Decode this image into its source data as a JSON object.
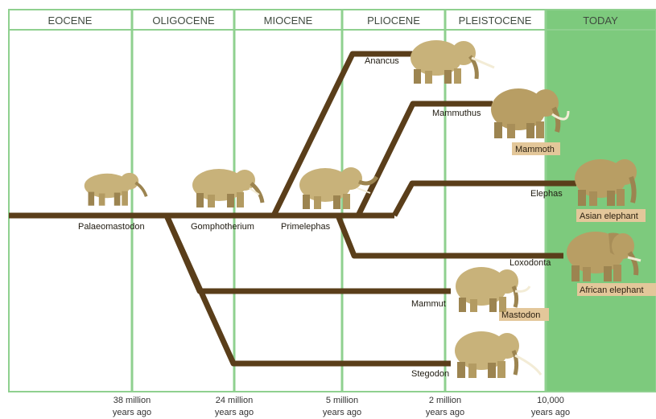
{
  "eras": [
    {
      "name": "EOCENE"
    },
    {
      "name": "OLIGOCENE"
    },
    {
      "name": "MIOCENE"
    },
    {
      "name": "PLIOCENE"
    },
    {
      "name": "PLEISTOCENE"
    },
    {
      "name": "TODAY"
    }
  ],
  "timescale": [
    {
      "line1": "38 million",
      "line2": "years ago"
    },
    {
      "line1": "24 million",
      "line2": "years ago"
    },
    {
      "line1": "5 million",
      "line2": "years ago"
    },
    {
      "line1": "2 million",
      "line2": "years ago"
    },
    {
      "line1": "10,000",
      "line2": "years ago"
    }
  ],
  "genera": {
    "palaeomastodon": "Palaeomastodon",
    "gomphotherium": "Gomphotherium",
    "primelephas": "Primelephas",
    "anancus": "Anancus",
    "mammuthus": "Mammuthus",
    "elephas": "Elephas",
    "loxodonta": "Loxodonta",
    "mammut": "Mammut",
    "stegodon": "Stegodon"
  },
  "common_names": {
    "mammoth": "Mammoth",
    "asian_elephant": "Asian elephant",
    "african_elephant": "African elephant",
    "mastodon": "Mastodon"
  },
  "colors": {
    "era_line": "#8fd08f",
    "today_fill": "#7dca7d",
    "branch": "#5a3e1a",
    "animal_body": "#c8b27a",
    "animal_shade": "#9c8450",
    "label_tag": "#e3c79a"
  }
}
